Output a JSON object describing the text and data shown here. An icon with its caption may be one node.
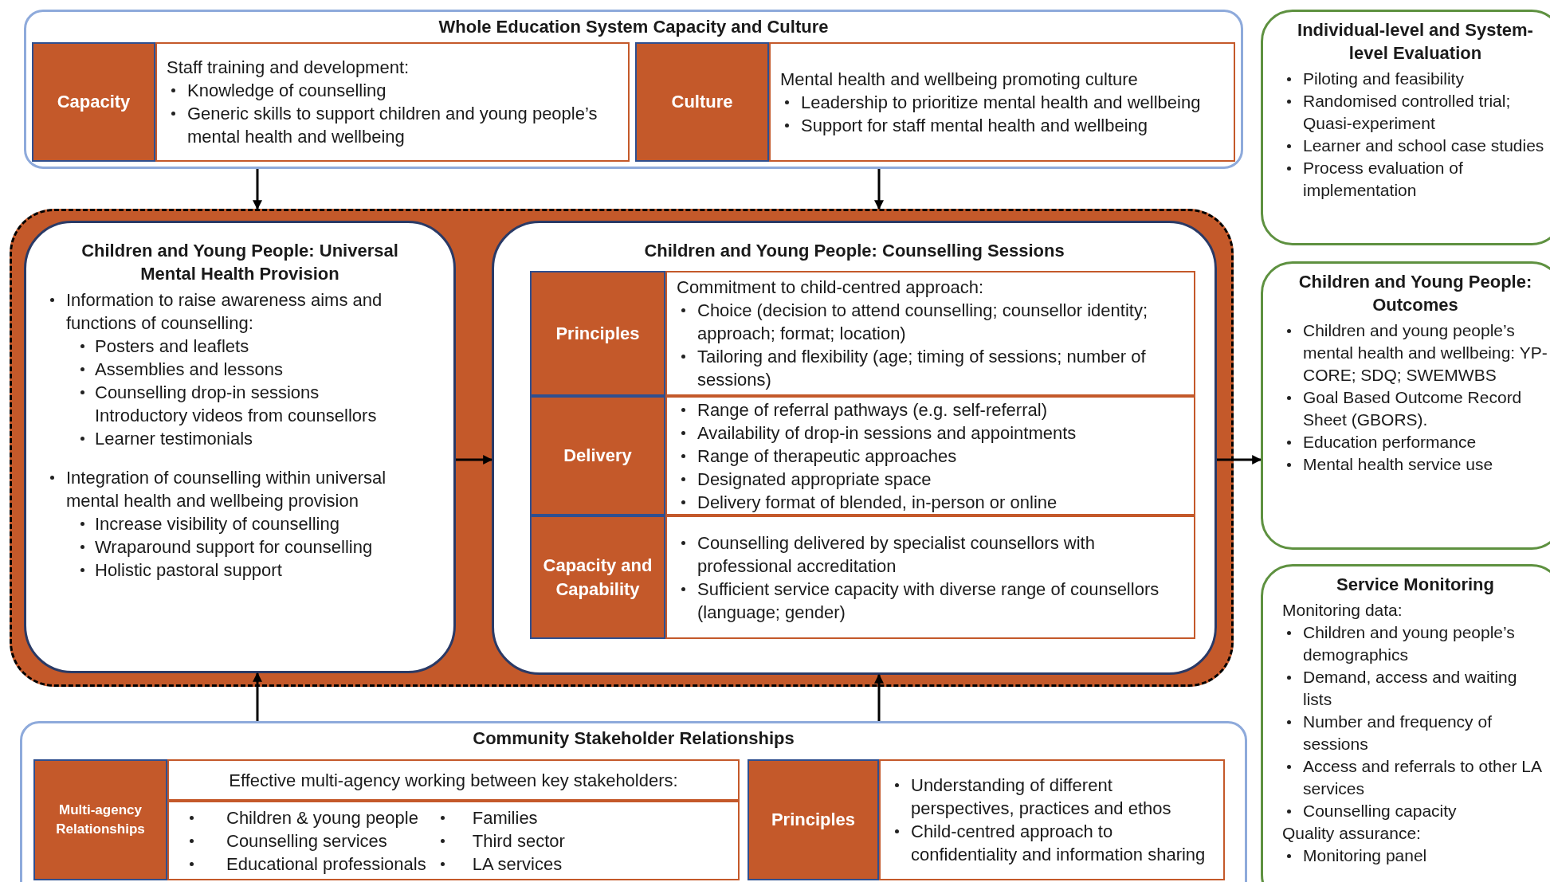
{
  "diagram": {
    "nodes": [
      {
        "text": [
          "Whole Education System Capacity and Culture"
        ]
      },
      {
        "text": [
          "Capacity"
        ],
        "in": 0
      },
      {
        "text": [
          "Staff training and development:",
          "Knowledge of counselling",
          "Generic skills to support children and young people’s mental health and wellbeing"
        ],
        "in": 0
      },
      {
        "text": [
          "Culture"
        ],
        "in": 0
      },
      {
        "text": [
          "Mental health and wellbeing promoting culture",
          "Leadership to prioritize mental health and wellbeing",
          "Support for staff mental health and wellbeing"
        ],
        "in": 0
      },
      {
        "text": [],
        "shape": "box"
      },
      {
        "text": [
          "Children and Young People: Universal Mental Health Provision",
          "Information to raise awareness aims and functions of counselling:",
          "Posters and leaflets",
          "Assemblies and lessons",
          "Counselling drop-in sessions",
          "Introductory videos from counsellors",
          "Learner testimonials",
          "Integration of counselling within universal mental health and wellbeing provision",
          "Increase visibility of counselling",
          "Wraparound support for counselling",
          "Holistic pastoral support"
        ],
        "in": 5
      },
      {
        "text": [
          "Children and Young People: Counselling Sessions"
        ],
        "in": 5
      },
      {
        "text": [
          "Principles"
        ],
        "in": 7
      },
      {
        "text": [
          "Commitment to child-centred approach:",
          "Choice (decision to attend counselling; counsellor identity; approach; format; location)",
          "Tailoring and flexibility (age; timing of sessions; number of sessions)"
        ],
        "in": 7
      },
      {
        "text": [
          "Delivery"
        ],
        "in": 7
      },
      {
        "text": [
          "Range of referral pathways (e.g. self-referral)",
          "Availability of drop-in sessions and appointments",
          "Range of therapeutic approaches",
          "Designated appropriate space",
          "Delivery format of blended, in-person or online"
        ],
        "in": 7
      },
      {
        "text": [
          "Capacity and Capability"
        ],
        "in": 7
      },
      {
        "text": [
          "Counselling delivered by specialist counsellors with professional accreditation",
          "Sufficient service capacity with diverse range of counsellors (language; gender)"
        ],
        "in": 7
      },
      {
        "text": [
          "Community Stakeholder Relationships"
        ]
      },
      {
        "text": [
          "Multi-agency Relationships"
        ],
        "in": 14
      },
      {
        "text": [
          "Effective multi-agency working between key stakeholders:"
        ],
        "in": 14
      },
      {
        "text": [
          "Children & young people",
          "Families",
          "Counselling services",
          "Third sector",
          "Educational professionals",
          "LA services"
        ],
        "in": 14
      },
      {
        "text": [
          "Principles"
        ],
        "in": 14
      },
      {
        "text": [
          "Understanding of different perspectives, practices and ethos",
          "Child-centred approach to confidentiality and information sharing"
        ],
        "in": 14
      },
      {
        "text": [
          "Individual-level and System-level Evaluation",
          "Piloting and feasibility",
          "Randomised controlled trial; Quasi-experiment",
          "Learner and school case studies",
          "Process evaluation of implementation"
        ]
      },
      {
        "text": [
          "Children and Young People: Outcomes",
          "Children and young people’s mental health and wellbeing: YP-CORE; SDQ; SWEMWBS",
          "Goal Based Outcome Record Sheet (GBORS).",
          "Education performance",
          "Mental health service use"
        ]
      },
      {
        "text": [
          "Service Monitoring",
          "Monitoring data:",
          "Children and young people’s demographics",
          "Demand, access and waiting lists",
          "Number and frequency of sessions",
          "Access and referrals to other LA services",
          "Counselling capacity",
          "Quality assurance:",
          "Monitoring panel"
        ]
      }
    ],
    "edges": [
      {
        "from": 0,
        "to": 5,
        "arrow": "to"
      },
      {
        "from": 0,
        "to": 5,
        "arrow": "to"
      },
      {
        "from": 6,
        "to": 7,
        "arrow": "to"
      },
      {
        "from": 7,
        "to": 21,
        "arrow": "to"
      },
      {
        "from": 14,
        "to": 6,
        "arrow": "to"
      },
      {
        "from": 14,
        "to": 7,
        "arrow": "to"
      }
    ]
  }
}
